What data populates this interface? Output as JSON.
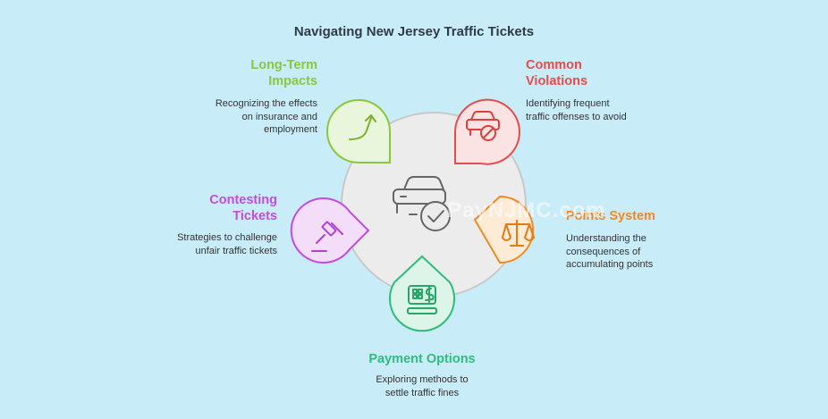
{
  "title": "Navigating New Jersey Traffic Tickets",
  "watermark": "PayNJMC.com",
  "center_icon": "car-check-icon",
  "nodes": [
    {
      "id": "long-term-impacts",
      "heading": "Long-Term Impacts",
      "heading_lines": [
        "Long-Term",
        "Impacts"
      ],
      "description_lines": [
        "Recognizing the effects",
        "on insurance and",
        "employment"
      ],
      "color": "#8cc63f",
      "icon": "trend-up-arrow-icon"
    },
    {
      "id": "common-violations",
      "heading": "Common Violations",
      "heading_lines": [
        "Common",
        "Violations"
      ],
      "description_lines": [
        "Identifying frequent",
        "traffic offenses to avoid"
      ],
      "color": "#e74c4c",
      "icon": "car-prohibited-icon"
    },
    {
      "id": "points-system",
      "heading": "Points System",
      "heading_lines": [
        "Points System"
      ],
      "description_lines": [
        "Understanding the",
        "consequences of",
        "accumulating points"
      ],
      "color": "#f08a24",
      "icon": "balance-scale-icon"
    },
    {
      "id": "payment-options",
      "heading": "Payment Options",
      "heading_lines": [
        "Payment Options"
      ],
      "description_lines": [
        "Exploring methods to",
        "settle traffic fines"
      ],
      "color": "#2ebd7a",
      "icon": "payment-terminal-icon"
    },
    {
      "id": "contesting-tickets",
      "heading": "Contesting Tickets",
      "heading_lines": [
        "Contesting",
        "Tickets"
      ],
      "description_lines": [
        "Strategies to challenge",
        "unfair traffic tickets"
      ],
      "color": "#c24ce0",
      "icon": "gavel-icon"
    }
  ]
}
